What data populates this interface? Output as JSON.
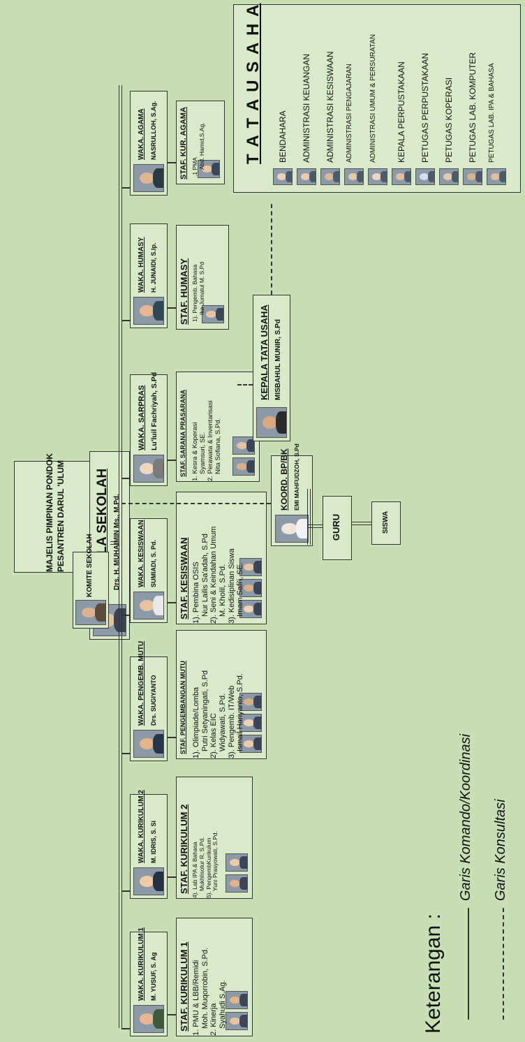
{
  "top": {
    "line1": "MAJELIS PIMPINAN PONDOK",
    "line2": "PESANTREN DARUL 'ULUM"
  },
  "kepala": {
    "title": "KEPALA SEKOLAH",
    "name": "Drs. H. MUHAIMIN Ms., M.Pd."
  },
  "komite": "KOMITE SEKOLAH",
  "waka": [
    {
      "title": "WAKA. KURIKULUM 1",
      "name": "M. YUSUF, S. Ag"
    },
    {
      "title": "WAKA. KURIKULUM 2",
      "name": "M. IDRIS, S. Si"
    },
    {
      "title": "WAKA. PENGEMB. MUTU",
      "name": "Drs. SUGIYANTO"
    },
    {
      "title": "WAKA. KESISWAAN",
      "name": "SUMIADI, S. Pd."
    },
    {
      "title": "WAKA. SARPRAS",
      "name": "Lu'luil Fachriyah, S.Pd"
    },
    {
      "title": "WAKA. HUMASY",
      "name": "H. JUNAIDI, S.Ip."
    },
    {
      "title": "WAKA. AGAMA",
      "name": "NASRULLOH, S.Ag."
    }
  ],
  "staf": {
    "kur1": {
      "title": "STAF. KURIKULUM 1",
      "lines": [
        "1. PMU & LBB/Remidi",
        "Moh. Muqorrobin, S.Pd.",
        "2. Kinerja",
        "Syahudi S.Ag."
      ]
    },
    "kur2": {
      "title": "STAF. KURIKULUM 2",
      "lines": [
        "4). Lab IPA & Bahasa",
        "Mukhlisotur R, S.Pd.",
        "5). PengembKurikulum",
        "Yuni Prasyowati, S.Pd."
      ]
    },
    "mutu": {
      "title": "STAF. PENGEMBANGAN MUTU",
      "lines": [
        "1).  Olimpiade/Lomba",
        "Putri Setyaningati, S.Pd",
        "2).  Kelas EIC",
        "Widyawati, S.Pd.",
        "3).  Pengemb. IT/Web",
        "Ismail Hariyanto, S.Pd."
      ]
    },
    "kesiswaan": {
      "title": "STAF. KESISWAAN",
      "lines": [
        "1).  Pembina OSIS",
        "Nur Lailis Sa'adah, S.Pd",
        "2).  Seni & Keindahan Umum",
        "M. Kholil, S.Pd.",
        "3).  Kedisiplinan Siswa",
        "Imam Safi'i, SE."
      ]
    },
    "sarana": {
      "title": "STAF. SARANA PRASARANA",
      "lines": [
        "1. Kesra & Koperasi",
        "Syamsuri, SE.",
        "2. Perawata & Inventarisasi",
        "Nita Sofiana, S.Pd."
      ]
    },
    "humasy": {
      "title": "STAF. HUMASY",
      "lines": [
        "1). Pengemb. Bahasa",
        "Ika Jumatul M. S.Pd"
      ]
    },
    "agama": {
      "title": "STAF. KUR. AGAMA",
      "lines": [
        ".1 PMA",
        "Abd. Hamid,S.Ag."
      ]
    }
  },
  "koord": {
    "title": "KOORD. BP/BK",
    "name": "EMI MAHFUDZOH, S.Pd"
  },
  "guru": "GURU",
  "siswa": "SISWA",
  "ktu": {
    "title": "KEPALA TATA USAHA",
    "name": "MISBAHUL MUNIR, S.Pd"
  },
  "tatausaha": {
    "title": "T A T A   U S A H A",
    "items": [
      "BENDAHARA",
      "ADMINISTRASI KEUANGAN",
      "ADMINISTRASI KESISWAAN",
      "ADMINISTRASI PENGAJARAN",
      "ADMINISTRASI UMUM & PERSURATAN",
      "KEPALA PERPUSTAKAAN",
      "PETUGAS PERPUSTAKAAN",
      "PETUGAS KOPERASI",
      "PETUGAS LAB. KOMPUTER",
      "PETUGAS LAB. IPA & BAHASA"
    ]
  },
  "legend": {
    "title": "Keterangan :",
    "komando": "Garis Komando/Koordinasi",
    "konsultasi": "Garis Konsultasi"
  }
}
